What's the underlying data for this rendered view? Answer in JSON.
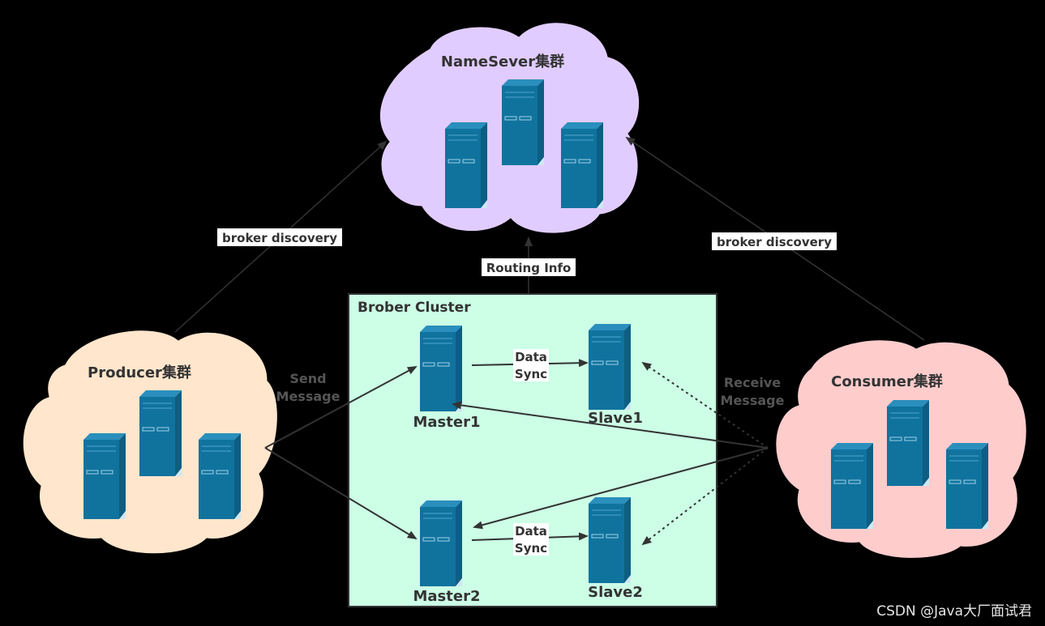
{
  "colors": {
    "background": "#000000",
    "nameserver_cloud": "#e1ccff",
    "producer_cloud": "#ffe6cc",
    "consumer_cloud": "#ffcccc",
    "broker_box": "#ccffe6",
    "server_front": "#10739e",
    "server_side": "#0d5e82",
    "server_top": "#2a8fbd",
    "arrow": "#333333",
    "dim_label": "#555555"
  },
  "icons": {
    "server": "server-tower-icon"
  },
  "nameserver": {
    "title": "NameSever集群"
  },
  "producer": {
    "title": "Producer集群"
  },
  "consumer": {
    "title": "Consumer集群"
  },
  "broker_cluster": {
    "title": "Brober Cluster",
    "master1": "Master1",
    "slave1": "Slave1",
    "master2": "Master2",
    "slave2": "Slave2",
    "sync1_line1": "Data",
    "sync1_line2": "Sync",
    "sync2_line1": "Data",
    "sync2_line2": "Sync"
  },
  "edges": {
    "producer_discovery": "broker discovery",
    "consumer_discovery": "broker discovery",
    "routing_info": "Routing Info",
    "send_line1": "Send",
    "send_line2": "Message",
    "receive_line1": "Receive",
    "receive_line2": "Message"
  },
  "watermark": "CSDN @Java大厂面试君"
}
